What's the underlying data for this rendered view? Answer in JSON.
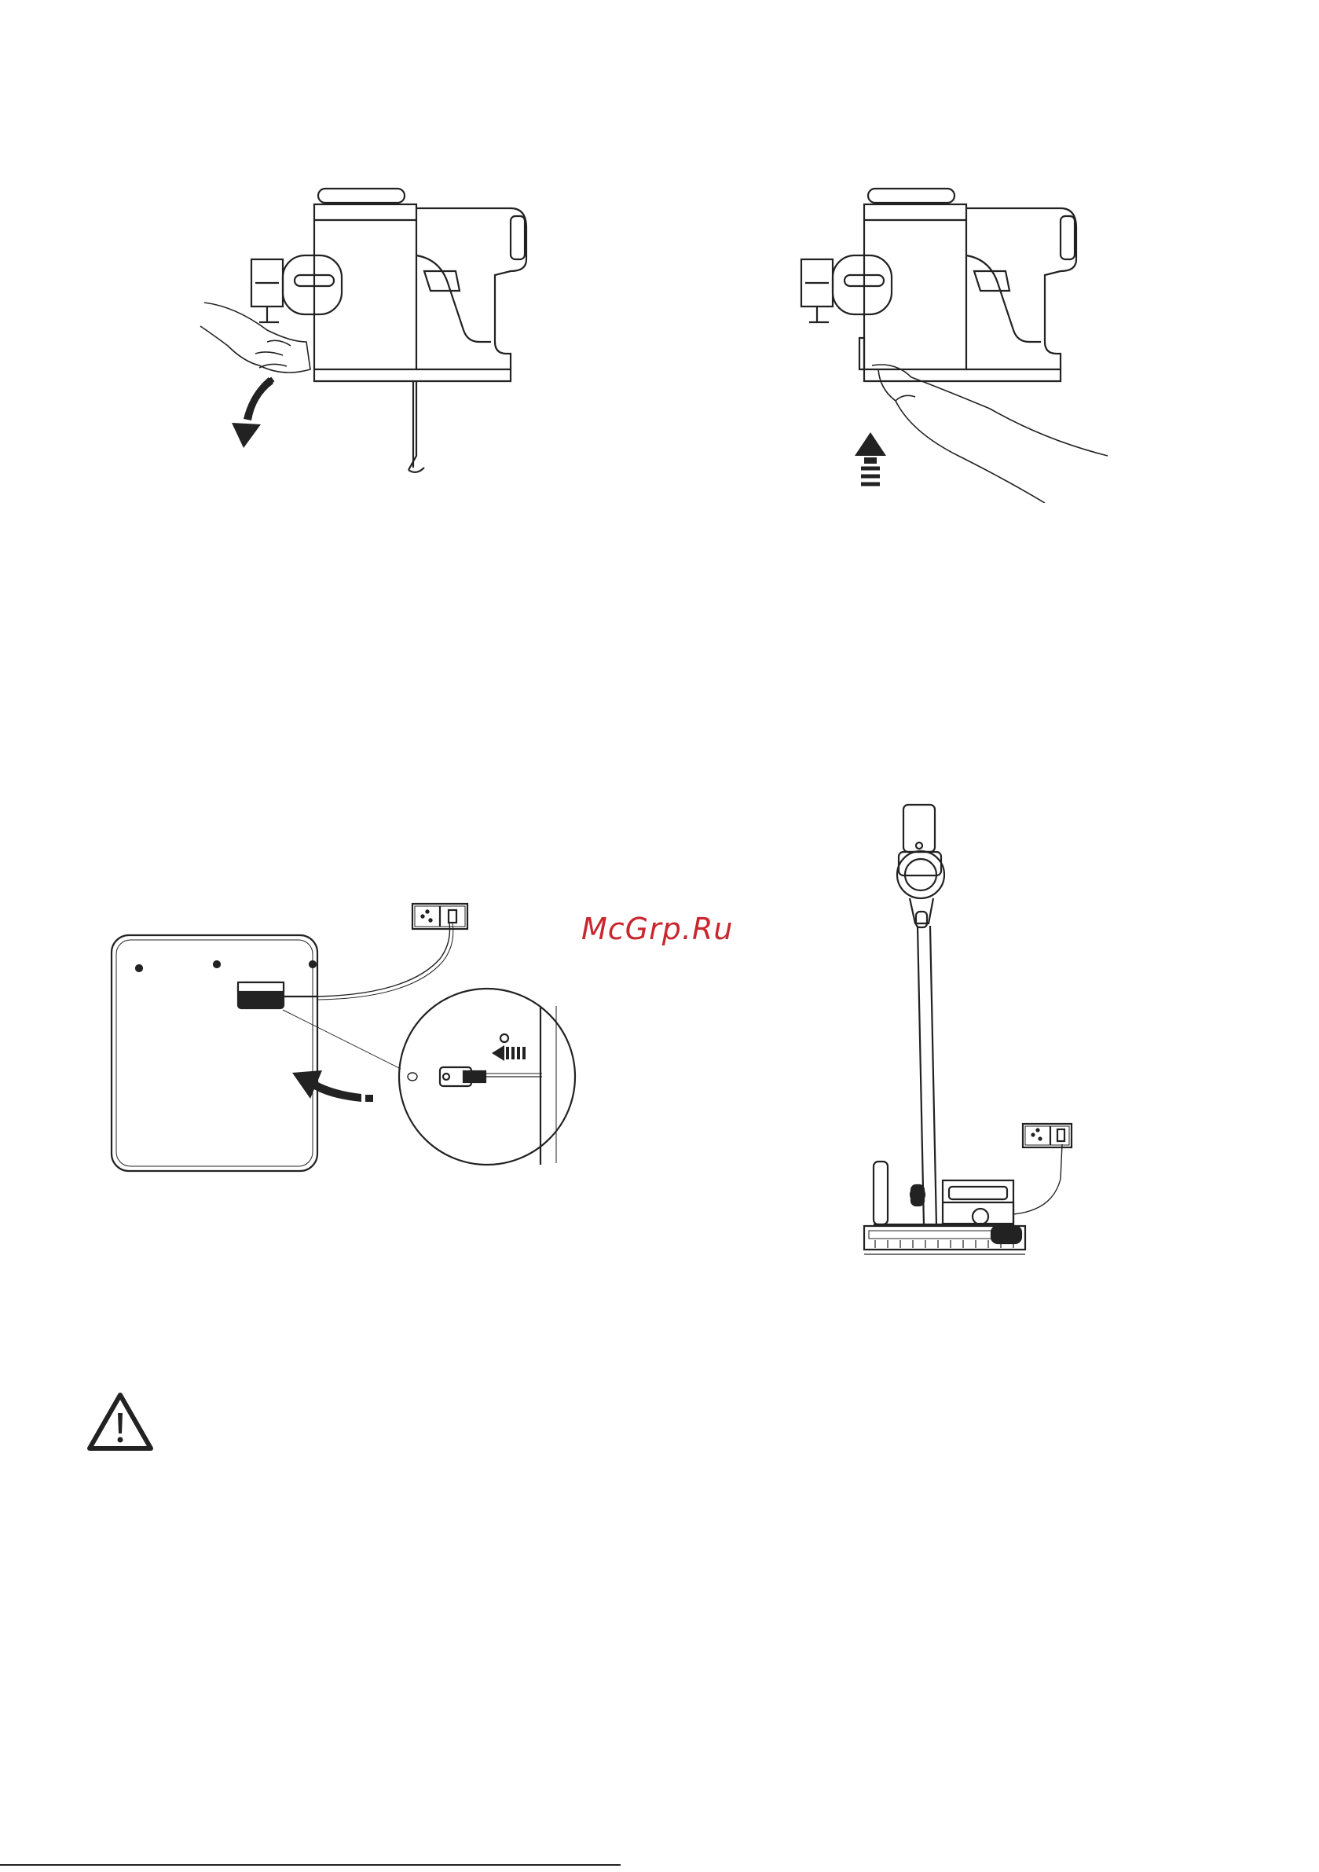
{
  "watermark": {
    "text": "McGrp.Ru",
    "color": "#c8272d"
  },
  "figures": [
    {
      "icon": "vacuum-empty-dust-bin-illustration"
    },
    {
      "icon": "vacuum-close-dust-bin-illustration"
    },
    {
      "icon": "wall-mount-charger-illustration"
    },
    {
      "icon": "vacuum-on-charging-stand-illustration"
    }
  ],
  "warning": {
    "icon": "warning-triangle-icon"
  },
  "colors": {
    "line": "#222222",
    "background": "#ffffff"
  }
}
